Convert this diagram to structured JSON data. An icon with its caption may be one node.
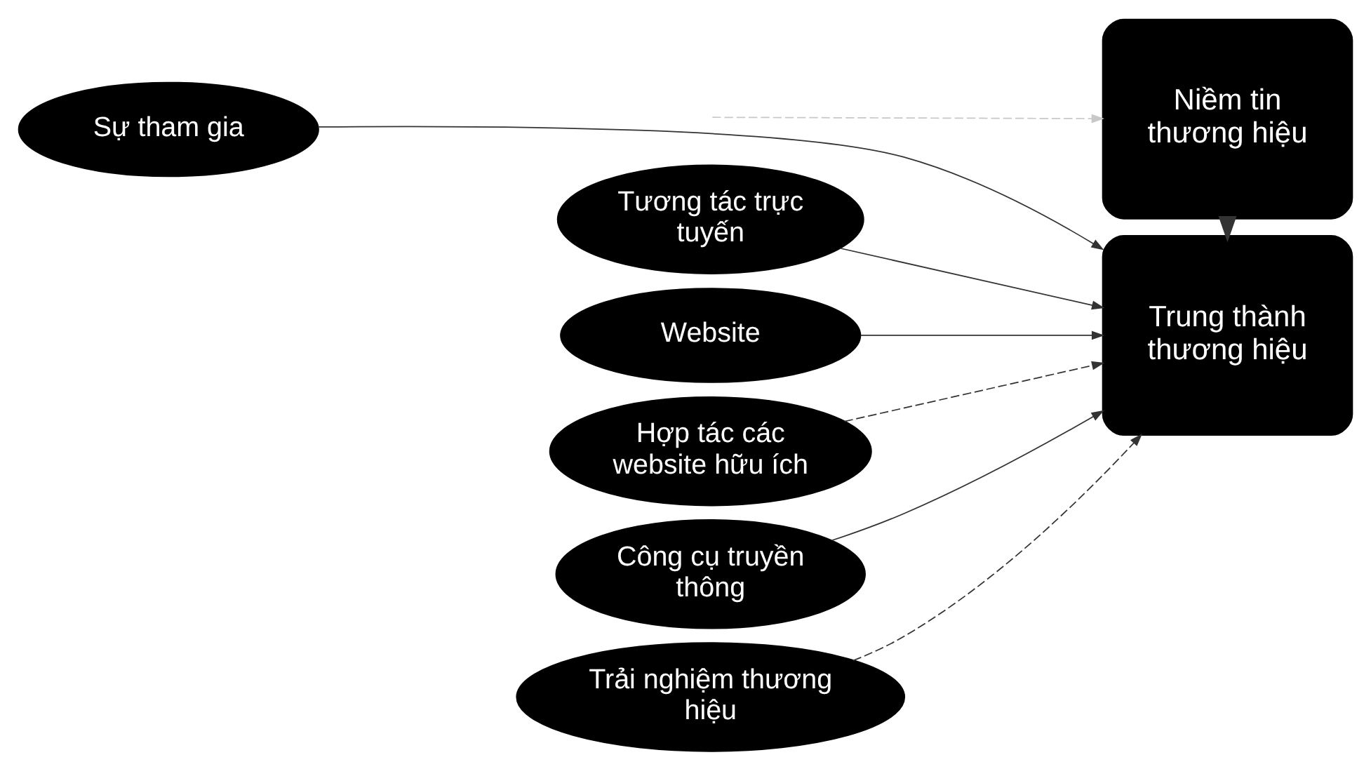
{
  "diagram": {
    "nodes": [
      {
        "text": [
          "Sự tham gia"
        ]
      },
      {
        "text": [
          "Tương tác trực tuyến"
        ]
      },
      {
        "text": [
          "Website"
        ]
      },
      {
        "text": [
          "Hợp tác các website hữu ích"
        ]
      },
      {
        "text": [
          "Công cụ truyền thông"
        ]
      },
      {
        "text": [
          "Trải nghiệm thương hiệu"
        ]
      },
      {
        "text": [
          "Niềm tin thương hiệu"
        ]
      },
      {
        "text": [
          "Trung thành thương hiệu"
        ]
      }
    ],
    "edges": [
      {
        "from": 0,
        "to": 7,
        "arrow": "to"
      },
      {
        "from": 1,
        "to": 7,
        "arrow": "to"
      },
      {
        "from": 2,
        "to": 7,
        "arrow": "to"
      },
      {
        "from": 3,
        "to": 7,
        "arrow": "to",
        "style": "dashed"
      },
      {
        "from": 4,
        "to": 7,
        "arrow": "to"
      },
      {
        "from": 5,
        "to": 7,
        "arrow": "to",
        "style": "dashed"
      },
      {
        "from": null,
        "to": 6,
        "arrow": "to",
        "style": "dashed",
        "color": "#c8c8c8"
      },
      {
        "from": 6,
        "to": 7,
        "arrow": "to",
        "style": "thick"
      }
    ]
  }
}
